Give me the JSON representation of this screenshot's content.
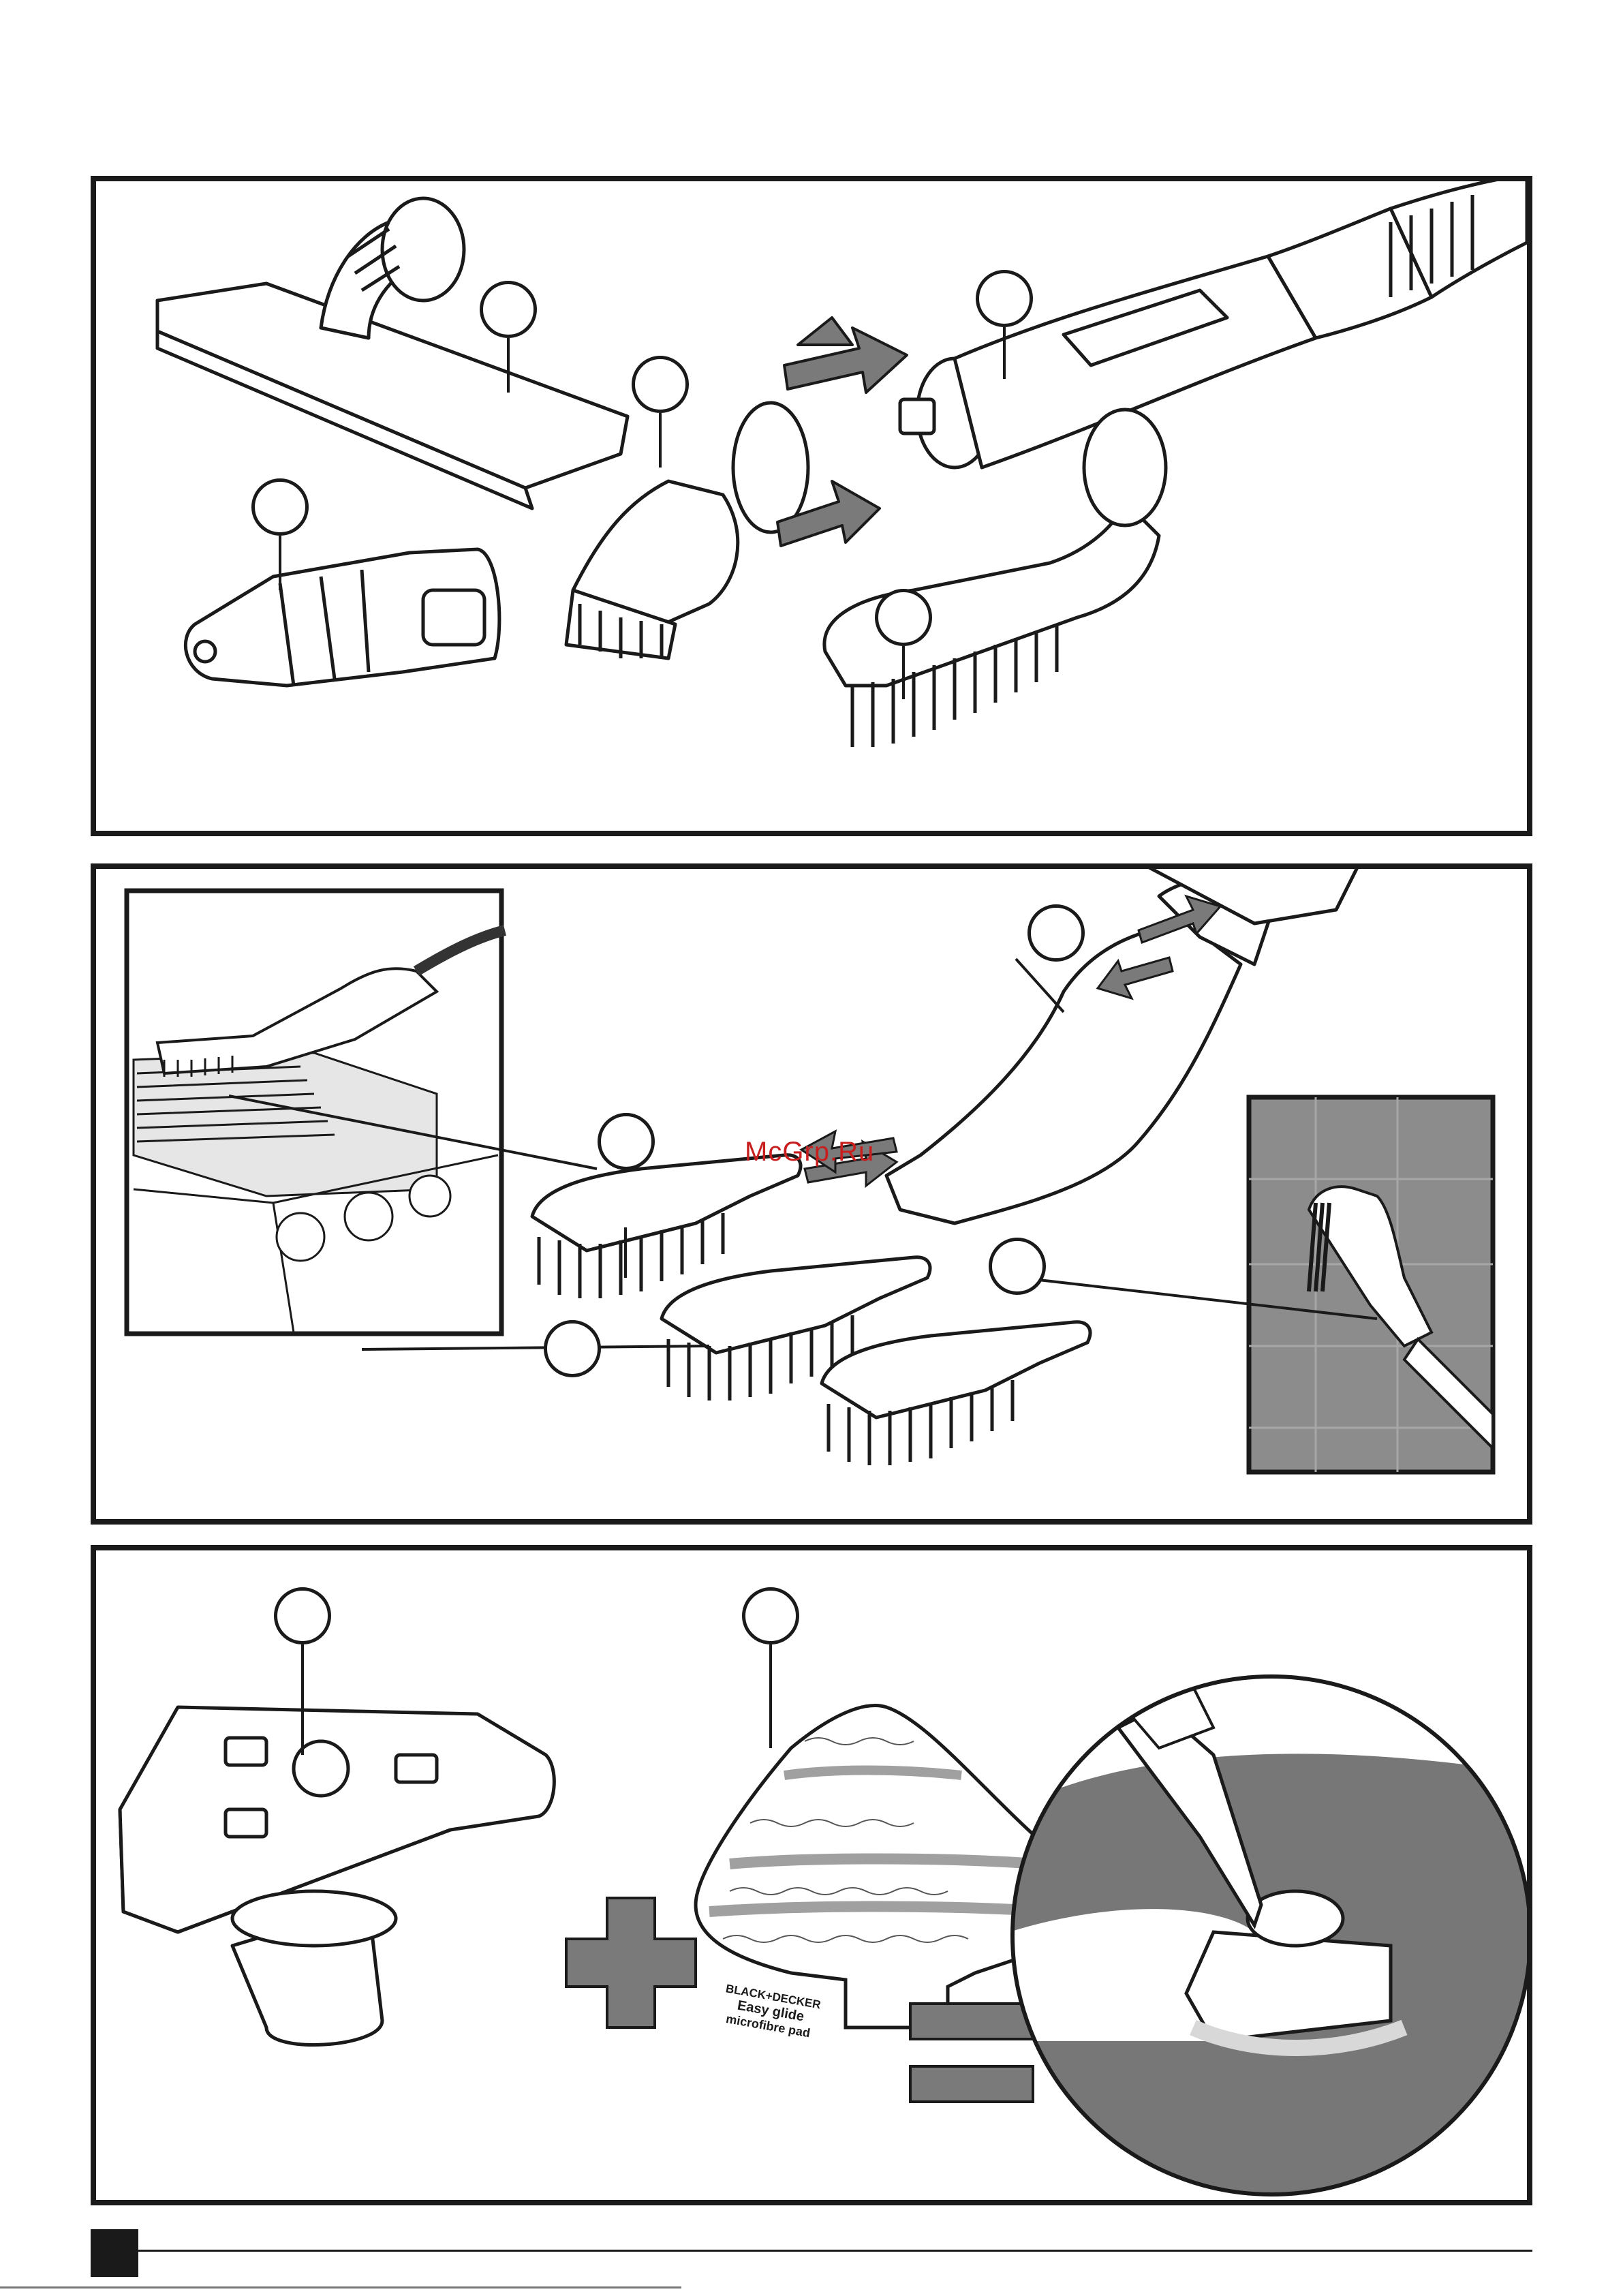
{
  "watermark": {
    "text": "McGrp.Ru"
  },
  "pad_label": {
    "line1": "BLACK+DECKER",
    "line2": "Easy glide",
    "line3": "microfibre pad"
  },
  "symbols": {
    "plus": "plus-sign",
    "equals": "equals-sign"
  },
  "colors": {
    "outline": "#1a1a1a",
    "accent_grey": "#7a7a7a",
    "tile_grey": "#8c8c8c",
    "watermark_red": "#c81e1e"
  }
}
